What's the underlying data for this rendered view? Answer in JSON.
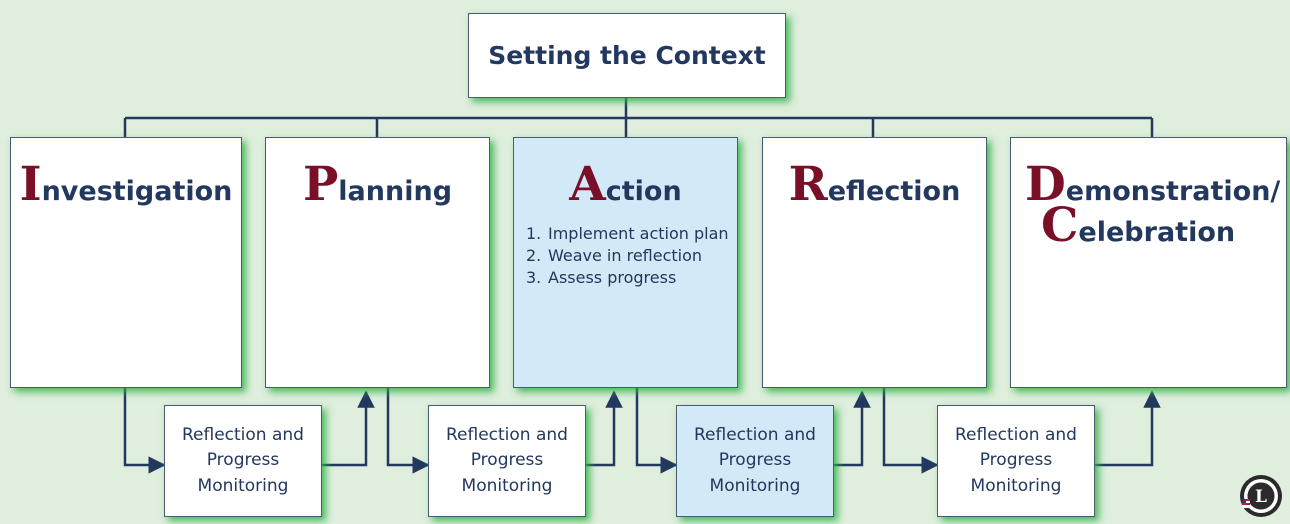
{
  "context": {
    "title": "Setting the Context"
  },
  "stages": [
    {
      "cap": "I",
      "rest": "nvestigation",
      "steps": []
    },
    {
      "cap": "P",
      "rest": "lanning",
      "steps": []
    },
    {
      "cap": "A",
      "rest": "ction",
      "highlighted": true,
      "steps": [
        {
          "num": "1.",
          "text": "Implement action plan"
        },
        {
          "num": "2.",
          "text": "Weave in reflection"
        },
        {
          "num": "3.",
          "text": "Assess progress"
        }
      ]
    },
    {
      "cap": "R",
      "rest": "eflection",
      "steps": []
    },
    {
      "cap": "D",
      "rest": "emonstration/",
      "cap2": "C",
      "rest2": "elebration",
      "steps": []
    }
  ],
  "monitoring": [
    {
      "text": "Reflection and Progress Monitoring",
      "highlighted": false
    },
    {
      "text": "Reflection and Progress Monitoring",
      "highlighted": false
    },
    {
      "text": "Reflection and Progress Monitoring",
      "highlighted": true
    },
    {
      "text": "Reflection and Progress Monitoring",
      "highlighted": false
    }
  ],
  "colors": {
    "background": "#dfeedd",
    "text": "#22385e",
    "initial_capital": "#7a1028",
    "highlight": "#d2e9f7",
    "shadow": "#30b248",
    "connector": "#22385e"
  },
  "logo": {
    "icon": "learn-and-serve-clearinghouse-seal"
  }
}
